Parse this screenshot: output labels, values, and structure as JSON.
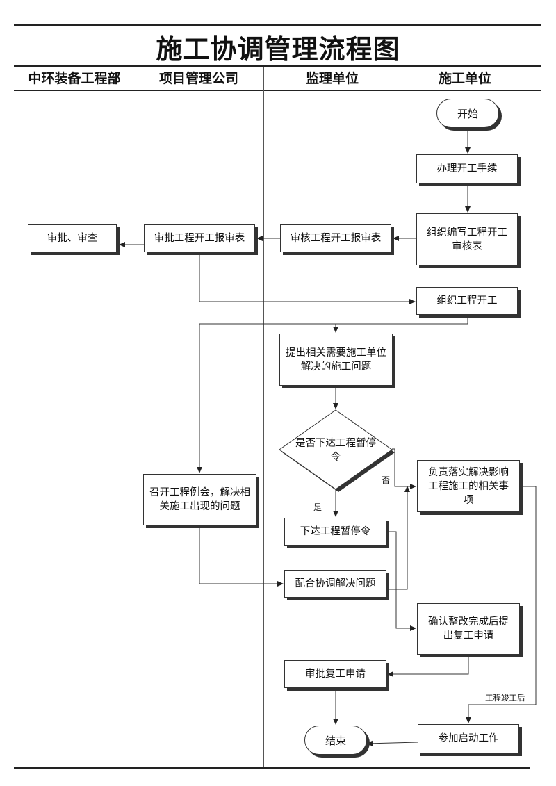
{
  "title": "施工协调管理流程图",
  "lanes": [
    "中环装备工程部",
    "项目管理公司",
    "监理单位",
    "施工单位"
  ],
  "nodes": {
    "start": "开始",
    "handle_permit": "办理开工手续",
    "compile_review_form": "组织编写工程开工审核表",
    "supervisor_review": "审核工程开工报审表",
    "pm_approve": "审批工程开工报审表",
    "dept_approve": "审批、审查",
    "organize_start": "组织工程开工",
    "raise_issues": "提出相关需要施工单位解决的施工问题",
    "decision_suspend": "是否下达工程暂停令",
    "issue_suspend": "下达工程暂停令",
    "implement": "负责落实解决影响工程施工的相关事项",
    "meeting": "召开工程例会，解决相关施工出现的问题",
    "cooperate": "配合协调解决问题",
    "confirm_rectify": "确认整改完成后提出复工申请",
    "approve_resume": "审批复工申请",
    "join_start": "参加启动工作",
    "end": "结束"
  },
  "edge_labels": {
    "yes": "是",
    "no": "否",
    "completed": "工程竣工后"
  }
}
